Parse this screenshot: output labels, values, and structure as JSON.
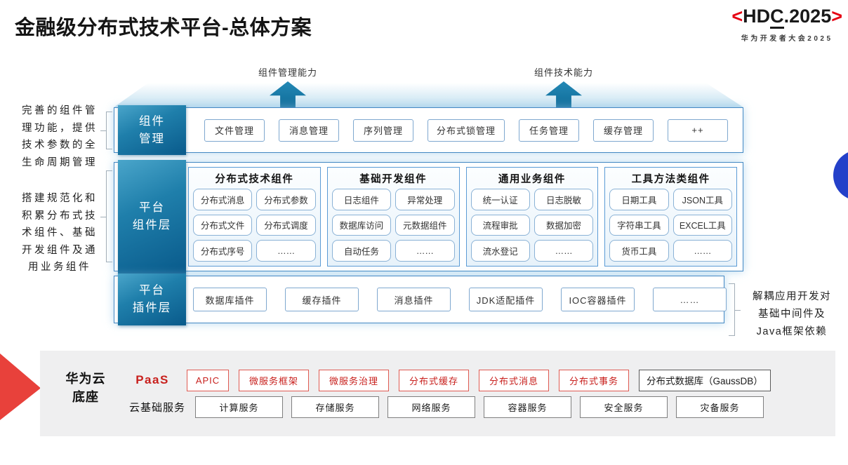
{
  "header": {
    "title": "金融级分布式技术平台-总体方案",
    "logo": {
      "open": "<",
      "pre": "HD",
      "c": "C",
      "post": ".2025",
      "close": ">",
      "subtitle": "华为开发者大会2025"
    }
  },
  "arrows": {
    "left": "组件管理能力",
    "right": "组件技术能力"
  },
  "annotations": {
    "left_top": {
      "lines": [
        "完善的组件管",
        "理功能，提供",
        "技术参数的全",
        "生命周期管理"
      ]
    },
    "left_bottom": {
      "lines": [
        "搭建规范化和",
        "积累分布式技",
        "术组件、基础",
        "开发组件及通",
        "用业务组件"
      ]
    },
    "right": {
      "lines": [
        "解耦应用开发对",
        "基础中间件及",
        "Java框架依赖"
      ]
    }
  },
  "rows": {
    "row1": {
      "label_lines": [
        "组件",
        "管理"
      ],
      "items": [
        "文件管理",
        "消息管理",
        "序列管理",
        "分布式锁管理",
        "任务管理",
        "缓存管理",
        "++"
      ]
    },
    "row2": {
      "label_lines": [
        "平台",
        "组件层"
      ],
      "groups": [
        {
          "title": "分布式技术组件",
          "items": [
            "分布式消息",
            "分布式参数",
            "分布式文件",
            "分布式调度",
            "分布式序号",
            "……"
          ]
        },
        {
          "title": "基础开发组件",
          "items": [
            "日志组件",
            "异常处理",
            "数据库访问",
            "元数据组件",
            "自动任务",
            "……"
          ]
        },
        {
          "title": "通用业务组件",
          "items": [
            "统一认证",
            "日志脱敏",
            "流程审批",
            "数据加密",
            "流水登记",
            "……"
          ]
        },
        {
          "title": "工具方法类组件",
          "items": [
            "日期工具",
            "JSON工具",
            "字符串工具",
            "EXCEL工具",
            "货币工具",
            "……"
          ]
        }
      ]
    },
    "row3": {
      "label_lines": [
        "平台",
        "插件层"
      ],
      "items": [
        "数据库插件",
        "缓存插件",
        "消息插件",
        "JDK适配插件",
        "IOC容器插件",
        "……"
      ]
    }
  },
  "foundation": {
    "label_lines": [
      "华为云",
      "底座"
    ],
    "paas": {
      "label": "PaaS",
      "items": [
        "APIC",
        "微服务框架",
        "微服务治理",
        "分布式缓存",
        "分布式消息",
        "分布式事务"
      ],
      "db": "分布式数据库（GaussDB）"
    },
    "cloud": {
      "label": "云基础服务",
      "items": [
        "计算服务",
        "存储服务",
        "网络服务",
        "容器服务",
        "安全服务",
        "灾备服务"
      ]
    }
  },
  "colors": {
    "teal_dark": "#0c6694",
    "teal_light": "#4aa5ca",
    "row_border": "#4388c3",
    "red_accent": "#e8413b",
    "red_text": "#c8201d",
    "blue_dot": "#2440c9",
    "panel_gray": "#efeff0"
  }
}
